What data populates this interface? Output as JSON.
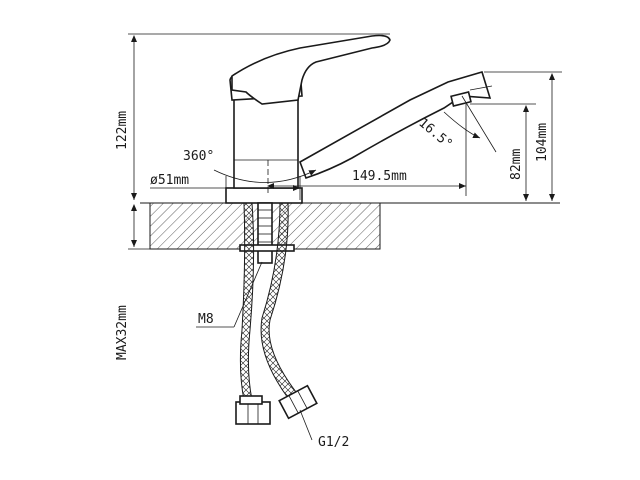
{
  "drawing": {
    "labels": {
      "height_total": "122mm",
      "rotation": "360°",
      "base_diameter": "ø51mm",
      "spout_reach": "149.5mm",
      "spout_angle": "16.5°",
      "spout_height_low": "82mm",
      "spout_height_high": "104mm",
      "max_thickness": "MAX32mm",
      "thread_rod": "M8",
      "hose_thread": "G1/2"
    },
    "colors": {
      "line": "#1a1a1a",
      "background": "#ffffff"
    }
  }
}
